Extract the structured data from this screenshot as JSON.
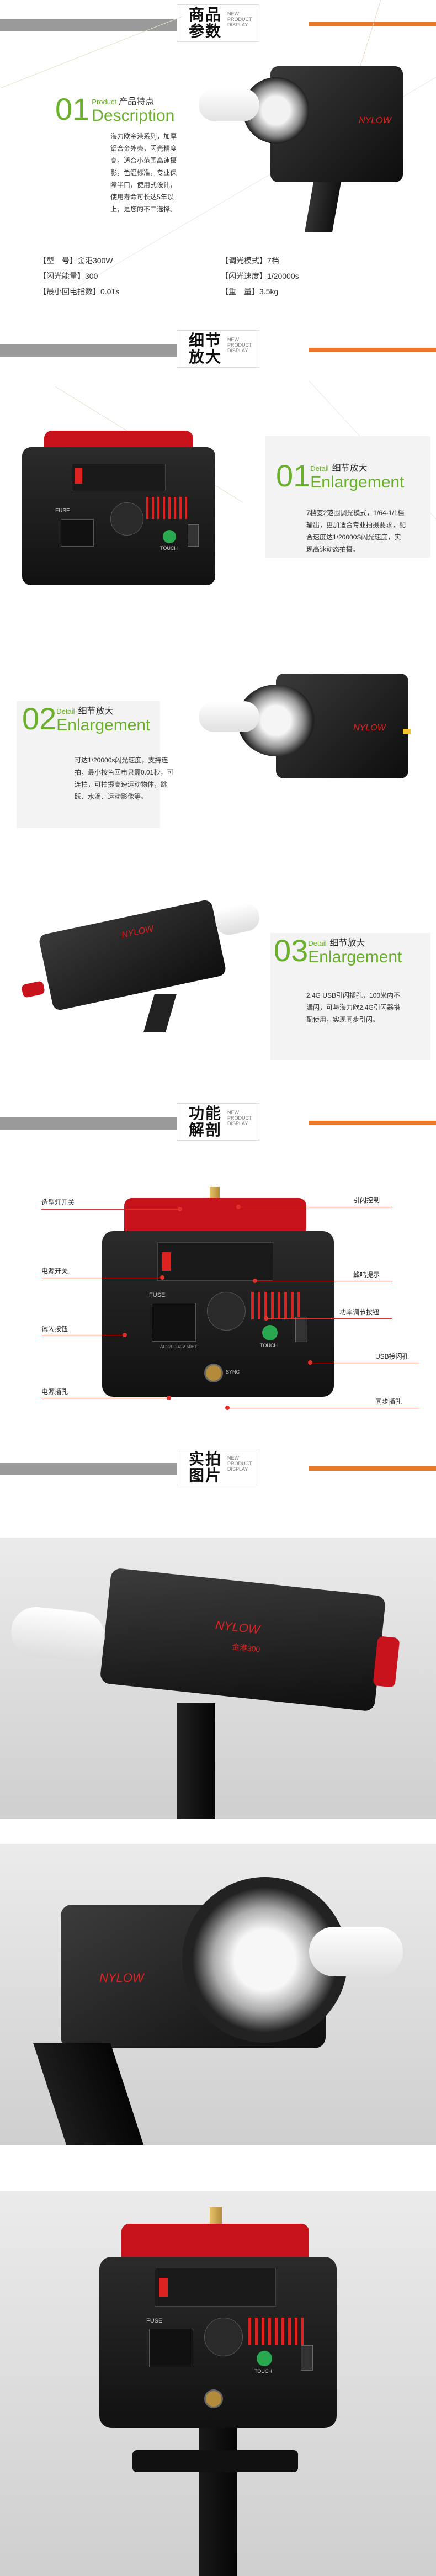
{
  "sections": {
    "params": {
      "title_line1": "商品",
      "title_line2": "参数",
      "tag": "NEW\nPRODUCT\nDISPLAY"
    },
    "detail": {
      "title_line1": "细节",
      "title_line2": "放大",
      "tag": "NEW\nPRODUCT\nDISPLAY"
    },
    "function": {
      "title_line1": "功能",
      "title_line2": "解剖",
      "tag": "NEW\nPRODUCT\nDISPLAY"
    },
    "shoot": {
      "title_line1": "实拍",
      "title_line2": "图片",
      "tag": "NEW\nPRODUCT\nDISPLAY"
    }
  },
  "product_features": {
    "number": "01",
    "en_small": "Product",
    "cn": "产品特点",
    "en_big": "Description",
    "text": "海力欧金港系列，加厚铝合金外壳，闪光精度高，适合小范围高速摄影，色温标准，专业保障半口，使用式设计，使用寿命可长达5年以上，是您的不二选择。"
  },
  "specs": {
    "model_label": "【型　号】",
    "model_value": "金港300W",
    "energy_label": "【闪光能量】",
    "energy_value": "300",
    "recycle_label": "【最小回电指数】",
    "recycle_value": "0.01s",
    "dim_label": "【调光模式】",
    "dim_value": "7档",
    "duration_label": "【闪光速度】",
    "duration_value": "1/20000s",
    "weight_label": "【重　量】",
    "weight_value": "3.5kg"
  },
  "details": [
    {
      "number": "01",
      "en": "Detail",
      "cn": "细节放大",
      "big": "Enlargement",
      "text": "7档变2范围调光模式，1/64-1/1档输出，更加适合专业拍摄要求，配合速度达1/20000S闪光速度，实现高速动态拍摄。"
    },
    {
      "number": "02",
      "en": "Detail",
      "cn": "细节放大",
      "big": "Enlargement",
      "text": "可达1/20000s闪光速度，支持连拍，最小按色回电只需0.01秒，可连拍，可拍摄高速运动物体，跳跃、水滴、运动影像等。"
    },
    {
      "number": "03",
      "en": "Detail",
      "cn": "细节放大",
      "big": "Enlargement",
      "text": "2.4G USB引闪插孔，100米内不漏闪，可与海力欧2.4G引闪器搭配使用，实现同步引闪。"
    }
  ],
  "callouts": {
    "left": [
      "造型灯开关",
      "电源开关",
      "试闪按钮",
      "电源插孔"
    ],
    "right": [
      "引闪控制",
      "蜂鸣提示",
      "功率调节按钮",
      "USB接闪孔",
      "同步插孔"
    ]
  },
  "brand": {
    "logo": "NYLOW",
    "model_mark": "金港300"
  },
  "panel": {
    "fuse": "FUSE",
    "touch": "TOUCH",
    "sync": "SYNC",
    "ac": "AC220-240V 50Hz"
  },
  "colors": {
    "accent_green": "#6ab02c",
    "accent_orange": "#e8792c",
    "accent_red": "#c8121c"
  }
}
